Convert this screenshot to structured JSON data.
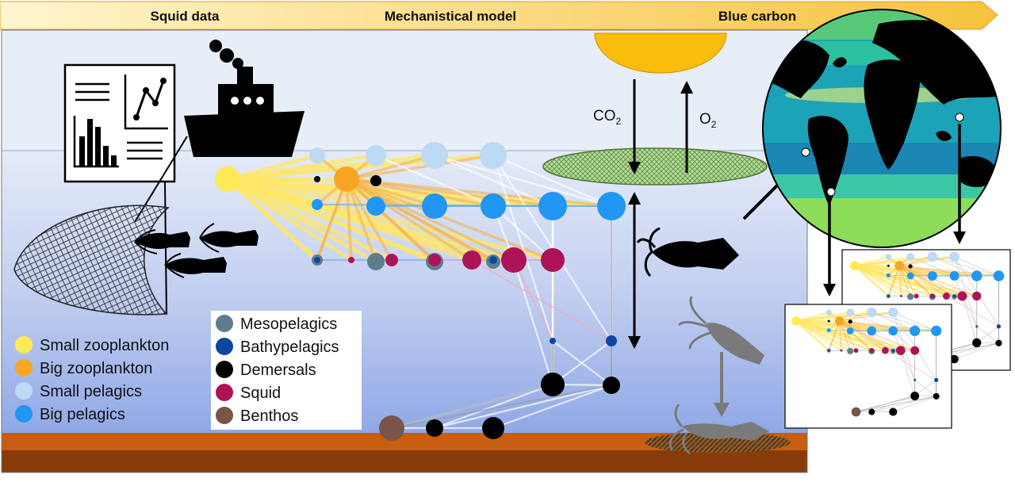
{
  "header": {
    "step1": "Squid data",
    "step2": "Mechanistical model",
    "step3": "Blue carbon"
  },
  "gas": {
    "co2": "CO",
    "co2_sub": "2",
    "o2": "O",
    "o2_sub": "2"
  },
  "legend_left": [
    {
      "label": "Small zooplankton",
      "color": "#ffea55"
    },
    {
      "label": "Big zooplankton",
      "color": "#f6a623"
    },
    {
      "label": "Small pelagics",
      "color": "#bcdaf4"
    },
    {
      "label": "Big pelagics",
      "color": "#2196f3"
    }
  ],
  "legend_right": [
    {
      "label": "Mesopelagics",
      "color": "#5e7d8c"
    },
    {
      "label": "Bathypelagics",
      "color": "#0d47a1"
    },
    {
      "label": "Demersals",
      "color": "#000000"
    },
    {
      "label": "Squid",
      "color": "#ad1457"
    },
    {
      "label": "Benthos",
      "color": "#795548"
    }
  ],
  "icons": {
    "ship": "ship-icon",
    "chart": "data-chart-icon",
    "net": "fishing-net-icon",
    "squid": "squid-icon",
    "sun": "sun-icon",
    "globe": "ocean-map-icon"
  }
}
